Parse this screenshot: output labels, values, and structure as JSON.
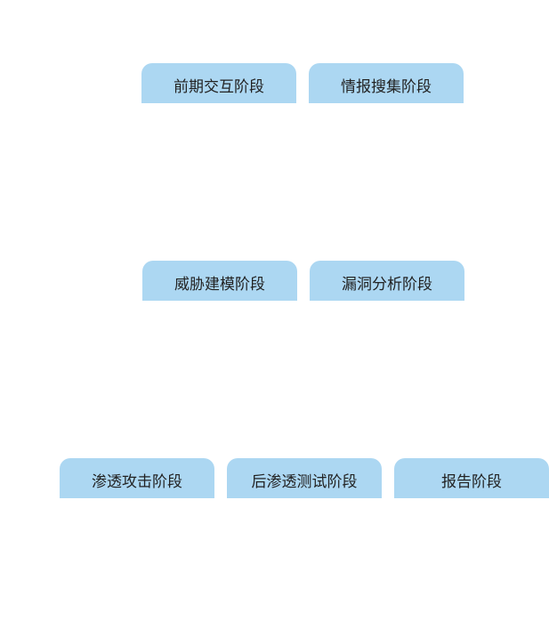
{
  "stages": [
    {
      "label": "前期交互阶段"
    },
    {
      "label": "情报搜集阶段"
    },
    {
      "label": "威胁建模阶段"
    },
    {
      "label": "漏洞分析阶段"
    },
    {
      "label": "渗透攻击阶段"
    },
    {
      "label": "后渗透测试阶段"
    },
    {
      "label": "报告阶段"
    }
  ],
  "colors": {
    "stage_fill": "#acd7f2",
    "text": "#222222",
    "background": "#ffffff"
  }
}
